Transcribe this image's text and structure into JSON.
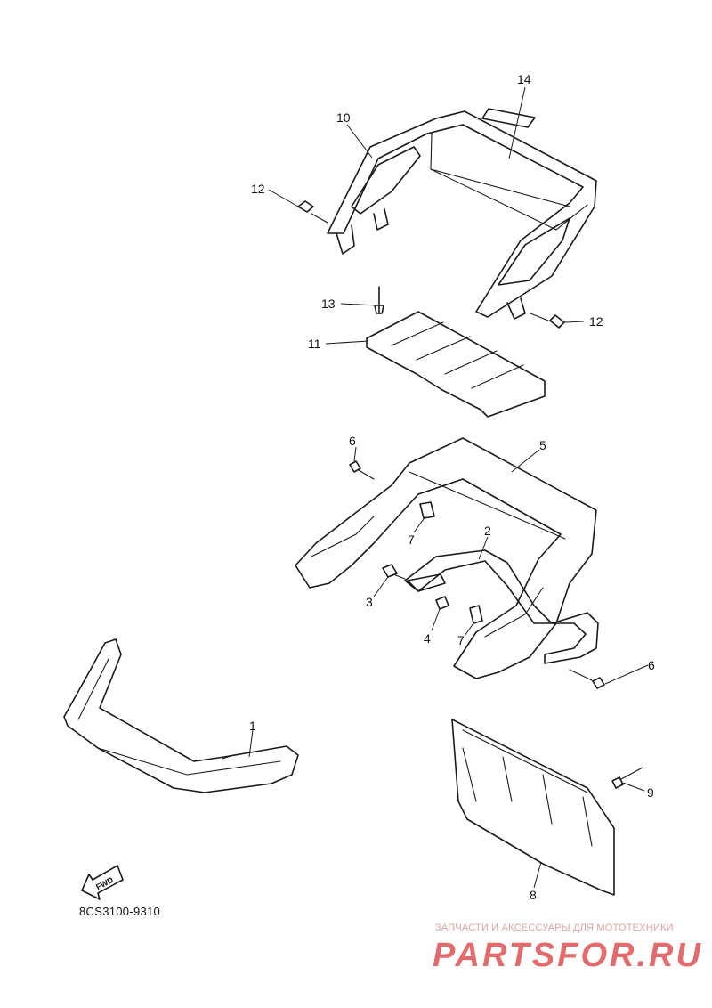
{
  "callouts": [
    {
      "id": "1",
      "label": "1"
    },
    {
      "id": "2",
      "label": "2"
    },
    {
      "id": "3",
      "label": "3"
    },
    {
      "id": "4",
      "label": "4"
    },
    {
      "id": "5",
      "label": "5"
    },
    {
      "id": "6a",
      "label": "6"
    },
    {
      "id": "6b",
      "label": "6"
    },
    {
      "id": "7a",
      "label": "7"
    },
    {
      "id": "7b",
      "label": "7"
    },
    {
      "id": "8",
      "label": "8"
    },
    {
      "id": "9",
      "label": "9"
    },
    {
      "id": "10",
      "label": "10"
    },
    {
      "id": "11",
      "label": "11"
    },
    {
      "id": "12a",
      "label": "12"
    },
    {
      "id": "12b",
      "label": "12"
    },
    {
      "id": "13",
      "label": "13"
    },
    {
      "id": "14",
      "label": "14"
    }
  ],
  "fwd_arrow": {
    "label": "FWD",
    "icon": "fwd-arrow-icon"
  },
  "diagram_code": "8CS3100-9310",
  "watermark": {
    "subtitle": "ЗАПЧАСТИ И АКСЕССУАРЫ ДЛЯ МОТОТЕХНИКИ",
    "logo": "PARTSFOR.RU",
    "color": "#e36b6b"
  }
}
